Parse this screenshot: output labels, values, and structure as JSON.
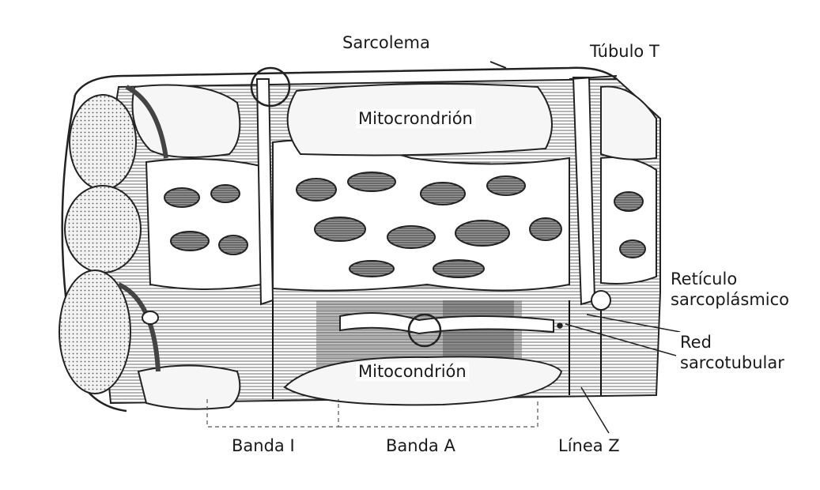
{
  "labels": {
    "sarcolema": "Sarcolema",
    "tubulo_t": "Túbulo T",
    "mitocondrion_top": "Mitocrondrión",
    "mitocondrion_bottom": "Mitocondrión",
    "reticulo_line1": "Retículo",
    "reticulo_line2": "sarcoplásmico",
    "red_line1": "Red",
    "red_line2": "sarcotubular",
    "banda_i": "Banda I",
    "banda_a": "Banda A",
    "linea_z": "Línea Z"
  }
}
